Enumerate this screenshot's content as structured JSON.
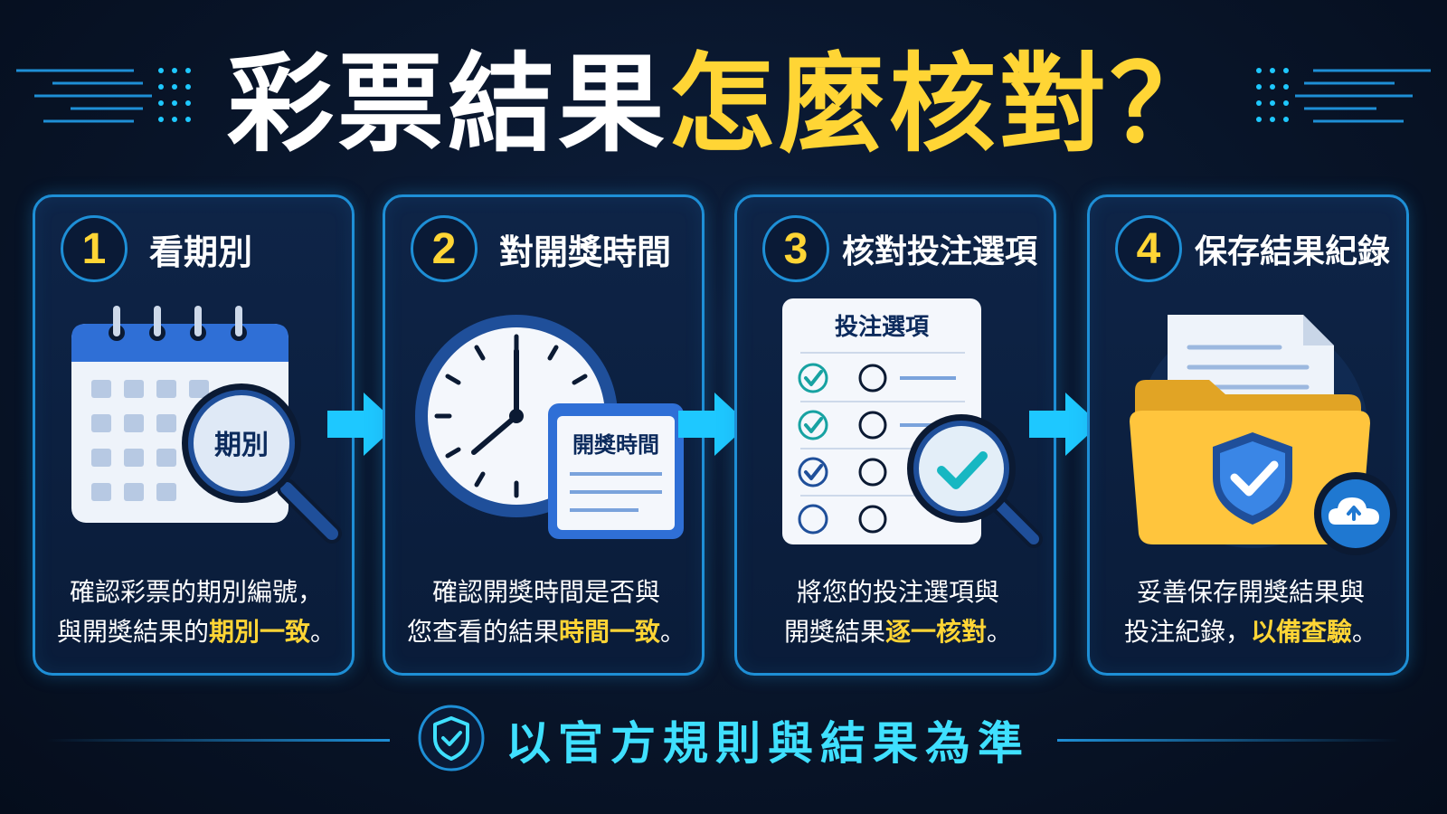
{
  "title": {
    "part1": "彩票結果",
    "part2": "怎麼核對？"
  },
  "steps": [
    {
      "number": "1",
      "title": "看期別",
      "illustration_label": "期別",
      "desc_line1": "確認彩票的期別編號，",
      "desc_line2_prefix": "與開獎結果的",
      "desc_line2_highlight": "期別一致",
      "desc_line2_suffix": "。"
    },
    {
      "number": "2",
      "title": "對開獎時間",
      "illustration_label": "開獎時間",
      "desc_line1": "確認開獎時間是否與",
      "desc_line2_prefix": "您查看的結果",
      "desc_line2_highlight": "時間一致",
      "desc_line2_suffix": "。"
    },
    {
      "number": "3",
      "title": "核對投注選項",
      "illustration_label": "投注選項",
      "desc_line1": "將您的投注選項與",
      "desc_line2_prefix": "開獎結果",
      "desc_line2_highlight": "逐一核對",
      "desc_line2_suffix": "。"
    },
    {
      "number": "4",
      "title": "保存結果紀錄",
      "desc_line1": "妥善保存開獎結果與",
      "desc_line2_prefix": "投注紀錄，",
      "desc_line2_highlight": "以備查驗",
      "desc_line2_suffix": "。"
    }
  ],
  "footer": {
    "text": "以官方規則與結果為準",
    "icon": "shield-check-icon"
  },
  "colors": {
    "background": "#081428",
    "accent_blue": "#1e8fd6",
    "highlight_yellow": "#ffd535",
    "footer_cyan": "#3fe0ff"
  }
}
